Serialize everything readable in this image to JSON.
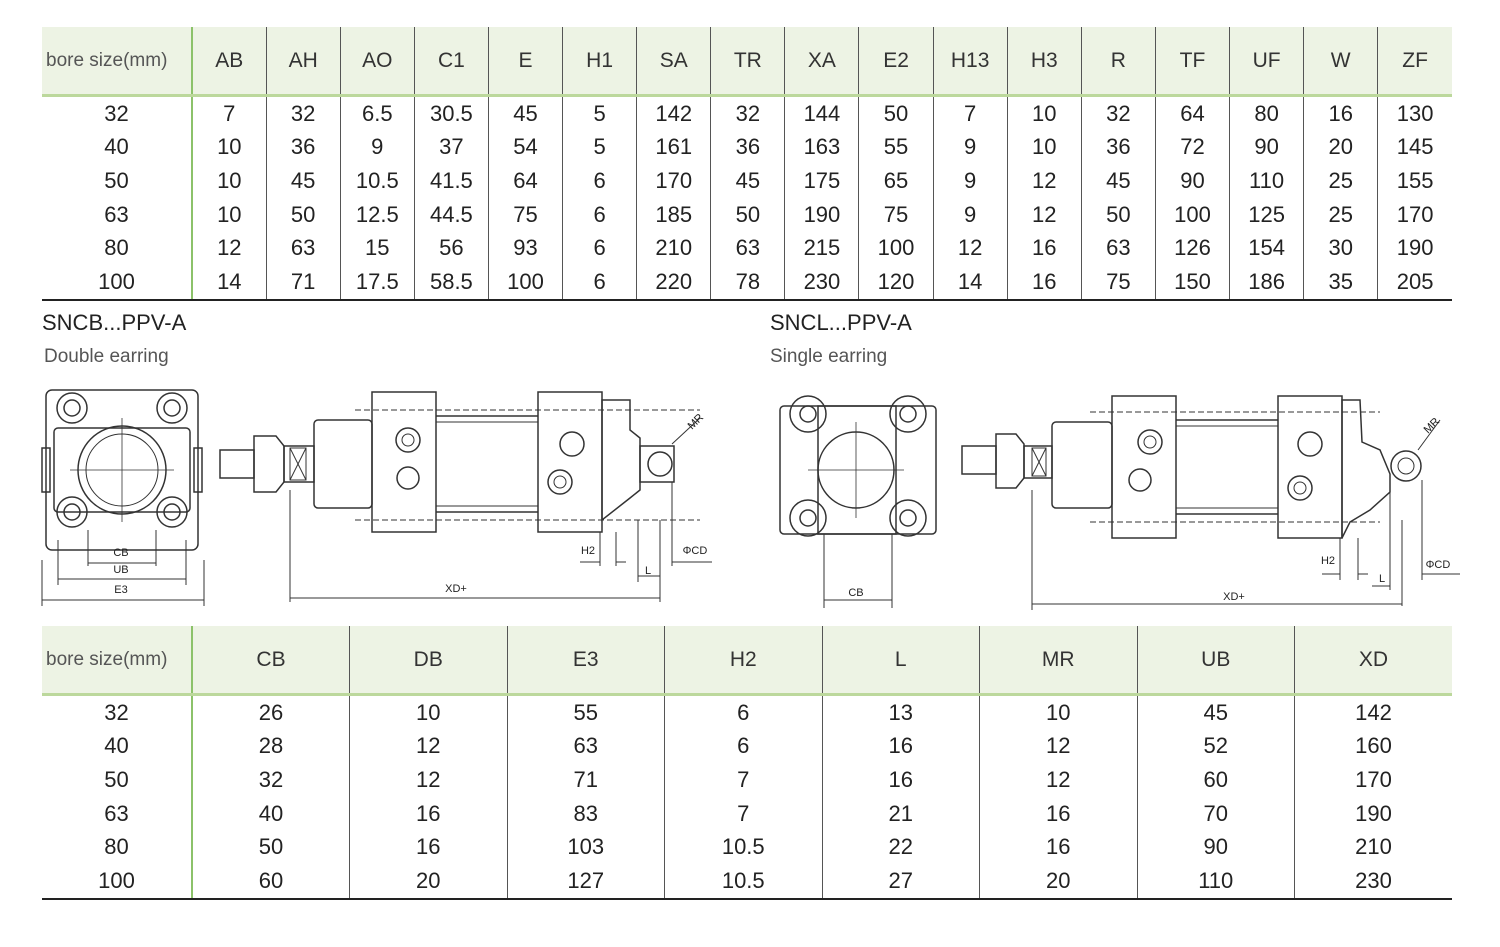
{
  "table1": {
    "headers": [
      "bore size(mm)",
      "AB",
      "AH",
      "AO",
      "C1",
      "E",
      "H1",
      "SA",
      "TR",
      "XA",
      "E2",
      "H13",
      "H3",
      "R",
      "TF",
      "UF",
      "W",
      "ZF"
    ],
    "rows": [
      [
        "32",
        "7",
        "32",
        "6.5",
        "30.5",
        "45",
        "5",
        "142",
        "32",
        "144",
        "50",
        "7",
        "10",
        "32",
        "64",
        "80",
        "16",
        "130"
      ],
      [
        "40",
        "10",
        "36",
        "9",
        "37",
        "54",
        "5",
        "161",
        "36",
        "163",
        "55",
        "9",
        "10",
        "36",
        "72",
        "90",
        "20",
        "145"
      ],
      [
        "50",
        "10",
        "45",
        "10.5",
        "41.5",
        "64",
        "6",
        "170",
        "45",
        "175",
        "65",
        "9",
        "12",
        "45",
        "90",
        "110",
        "25",
        "155"
      ],
      [
        "63",
        "10",
        "50",
        "12.5",
        "44.5",
        "75",
        "6",
        "185",
        "50",
        "190",
        "75",
        "9",
        "12",
        "50",
        "100",
        "125",
        "25",
        "170"
      ],
      [
        "80",
        "12",
        "63",
        "15",
        "56",
        "93",
        "6",
        "210",
        "63",
        "215",
        "100",
        "12",
        "16",
        "63",
        "126",
        "154",
        "30",
        "190"
      ],
      [
        "100",
        "14",
        "71",
        "17.5",
        "58.5",
        "100",
        "6",
        "220",
        "78",
        "230",
        "120",
        "14",
        "16",
        "75",
        "150",
        "186",
        "35",
        "205"
      ]
    ]
  },
  "left_drawing": {
    "model": "SNCB...PPV-A",
    "caption": "Double earring",
    "labels": {
      "cb": "CB",
      "ub": "UB",
      "e3": "E3",
      "h2": "H2",
      "phicd": "ΦCD",
      "l": "L",
      "xd": "XD+",
      "mr": "MR"
    }
  },
  "right_drawing": {
    "model": "SNCL...PPV-A",
    "caption": "Single earring",
    "labels": {
      "cb": "CB",
      "h2": "H2",
      "phicd": "ΦCD",
      "l": "L",
      "xd": "XD+",
      "mr": "MR"
    }
  },
  "table2": {
    "headers": [
      "bore size(mm)",
      "CB",
      "DB",
      "E3",
      "H2",
      "L",
      "MR",
      "UB",
      "XD"
    ],
    "rows": [
      [
        "32",
        "26",
        "10",
        "55",
        "6",
        "13",
        "10",
        "45",
        "142"
      ],
      [
        "40",
        "28",
        "12",
        "63",
        "6",
        "16",
        "12",
        "52",
        "160"
      ],
      [
        "50",
        "32",
        "12",
        "71",
        "7",
        "16",
        "12",
        "60",
        "170"
      ],
      [
        "63",
        "40",
        "16",
        "83",
        "7",
        "21",
        "16",
        "70",
        "190"
      ],
      [
        "80",
        "50",
        "16",
        "103",
        "10.5",
        "22",
        "16",
        "90",
        "210"
      ],
      [
        "100",
        "60",
        "20",
        "127",
        "10.5",
        "27",
        "20",
        "110",
        "230"
      ]
    ]
  },
  "colors": {
    "header_bg": "#edf3e4",
    "header_rule": "#bcd89c",
    "bore_divider": "#8cc26a"
  }
}
